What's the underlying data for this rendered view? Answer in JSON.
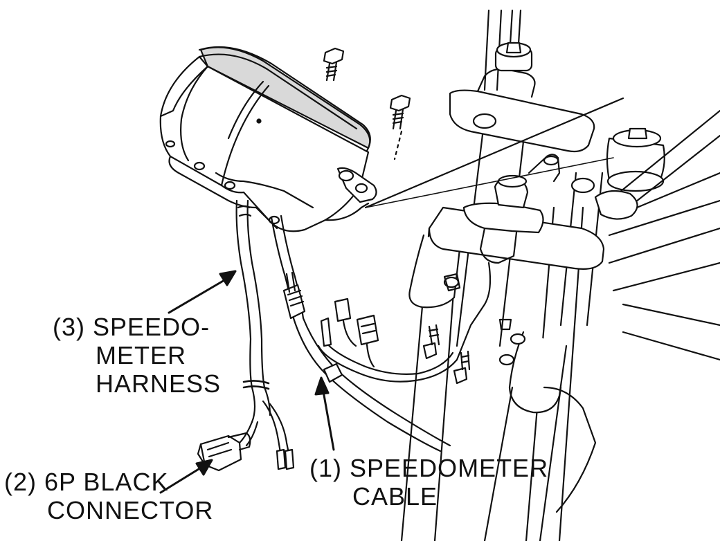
{
  "diagram": {
    "labels": {
      "speedometer_cable": {
        "number": "(1)",
        "lines": [
          "SPEEDOMETER",
          "CABLE"
        ]
      },
      "black_connector": {
        "number": "(2)",
        "lines": [
          "6P BLACK",
          "CONNECTOR"
        ]
      },
      "speedometer_harness": {
        "number": "(3)",
        "lines": [
          "SPEEDO-",
          "METER",
          "HARNESS"
        ]
      }
    },
    "colors": {
      "ink": "#111111",
      "paper": "#ffffff",
      "shade": "#d9d9d9"
    }
  }
}
